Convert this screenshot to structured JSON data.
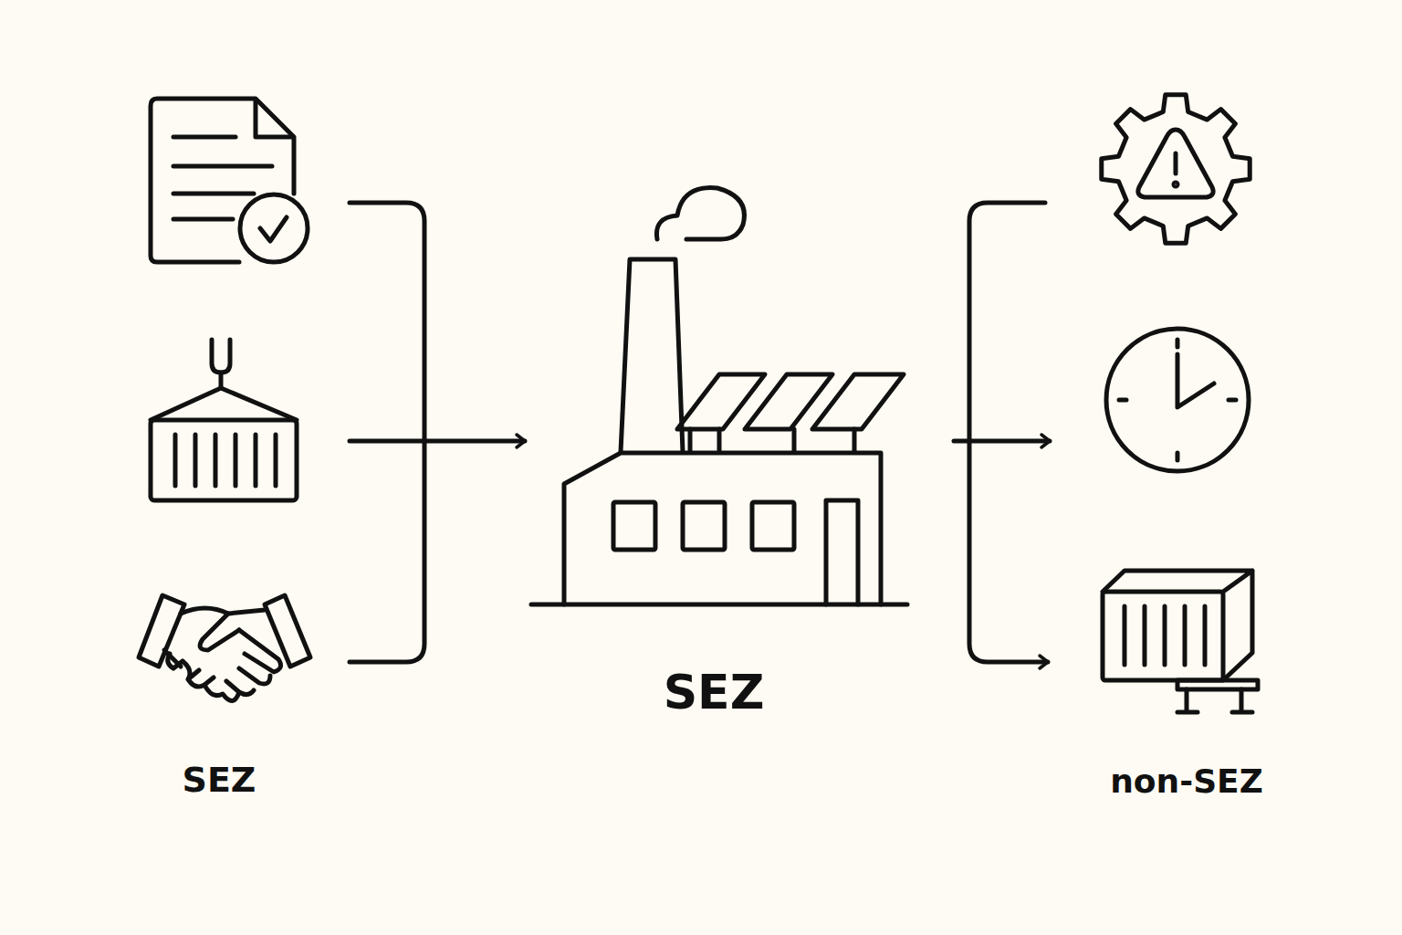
{
  "diagram": {
    "nodes": [
      {
        "text": [
          "SEZ"
        ]
      },
      {
        "text": [
          "SEZ"
        ]
      },
      {
        "text": [
          "non-SEZ"
        ]
      }
    ],
    "edges": [
      {
        "from": 0,
        "to": 1,
        "arrow": "to"
      },
      {
        "from": 1,
        "to": 2,
        "arrow": "to"
      }
    ]
  }
}
